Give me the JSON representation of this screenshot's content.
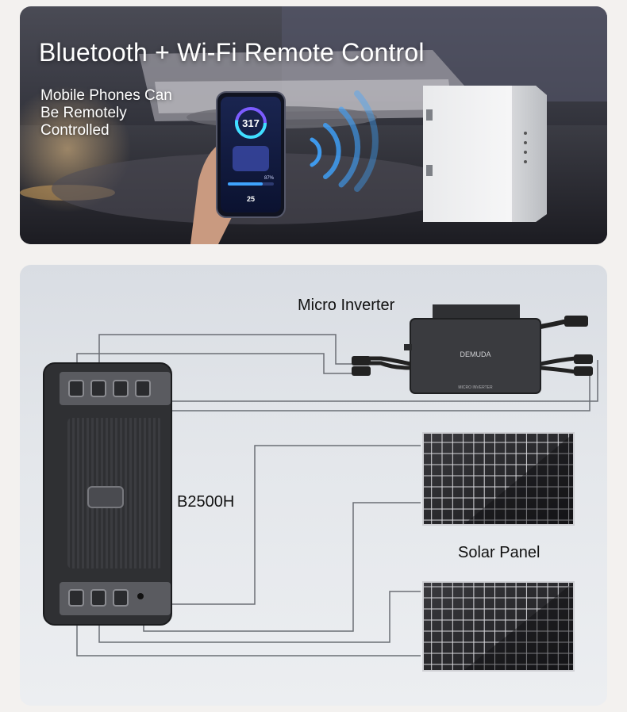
{
  "hero": {
    "title": "Bluetooth + Wi-Fi Remote Control",
    "subtitle_lines": [
      "Mobile Phones Can",
      "Be Remotely",
      "Controlled"
    ],
    "phone": {
      "big_value": "317",
      "left_value": "25",
      "right_value": "87%"
    }
  },
  "diagram": {
    "inverter_label": "Micro Inverter",
    "inverter_brand": "DEMUDA",
    "inverter_model": "MICRO INVERTER",
    "battery_label": "B2500H",
    "solar_label": "Solar Panel"
  }
}
